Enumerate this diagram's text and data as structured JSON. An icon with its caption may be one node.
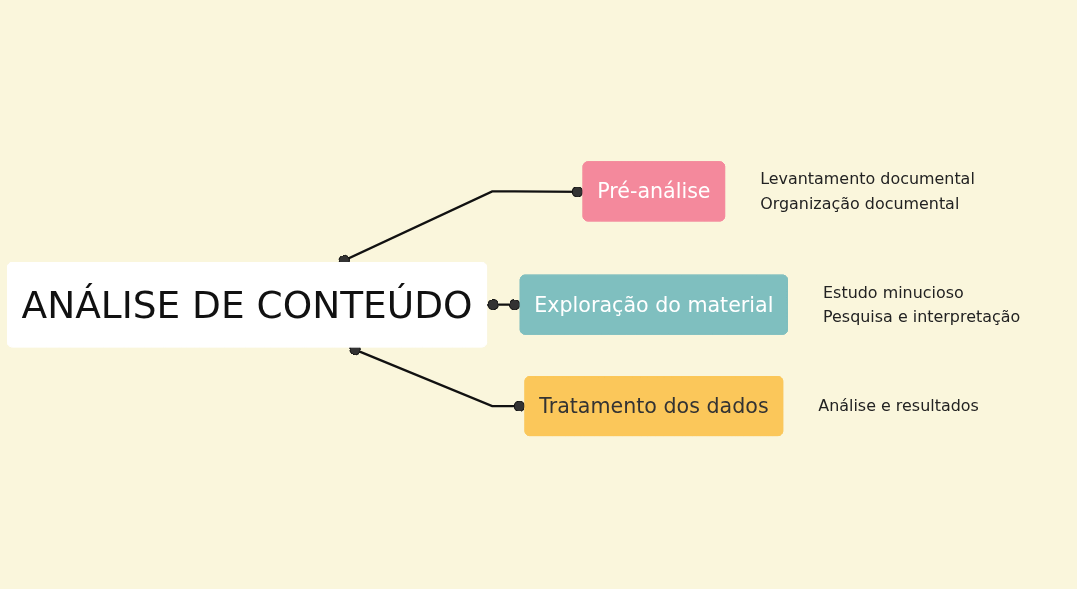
{
  "diagram": {
    "nodes": [
      {
        "text": [
          "ANÁLISE DE CONTEÚDO"
        ]
      },
      {
        "text": [
          "Pré-análise"
        ],
        "beside": [
          "Levantamento documental",
          "Organização documental"
        ]
      },
      {
        "text": [
          "Exploração do material"
        ],
        "beside": [
          "Estudo minucioso",
          "Pesquisa e interpretação"
        ]
      },
      {
        "text": [
          "Tratamento dos dados"
        ],
        "beside": [
          "Análise e resultados"
        ]
      }
    ],
    "edges": [
      {
        "from": 0,
        "to": 1,
        "arrow": "other"
      },
      {
        "from": 0,
        "to": 2,
        "arrow": "other"
      },
      {
        "from": 0,
        "to": 3,
        "arrow": "other"
      }
    ]
  }
}
